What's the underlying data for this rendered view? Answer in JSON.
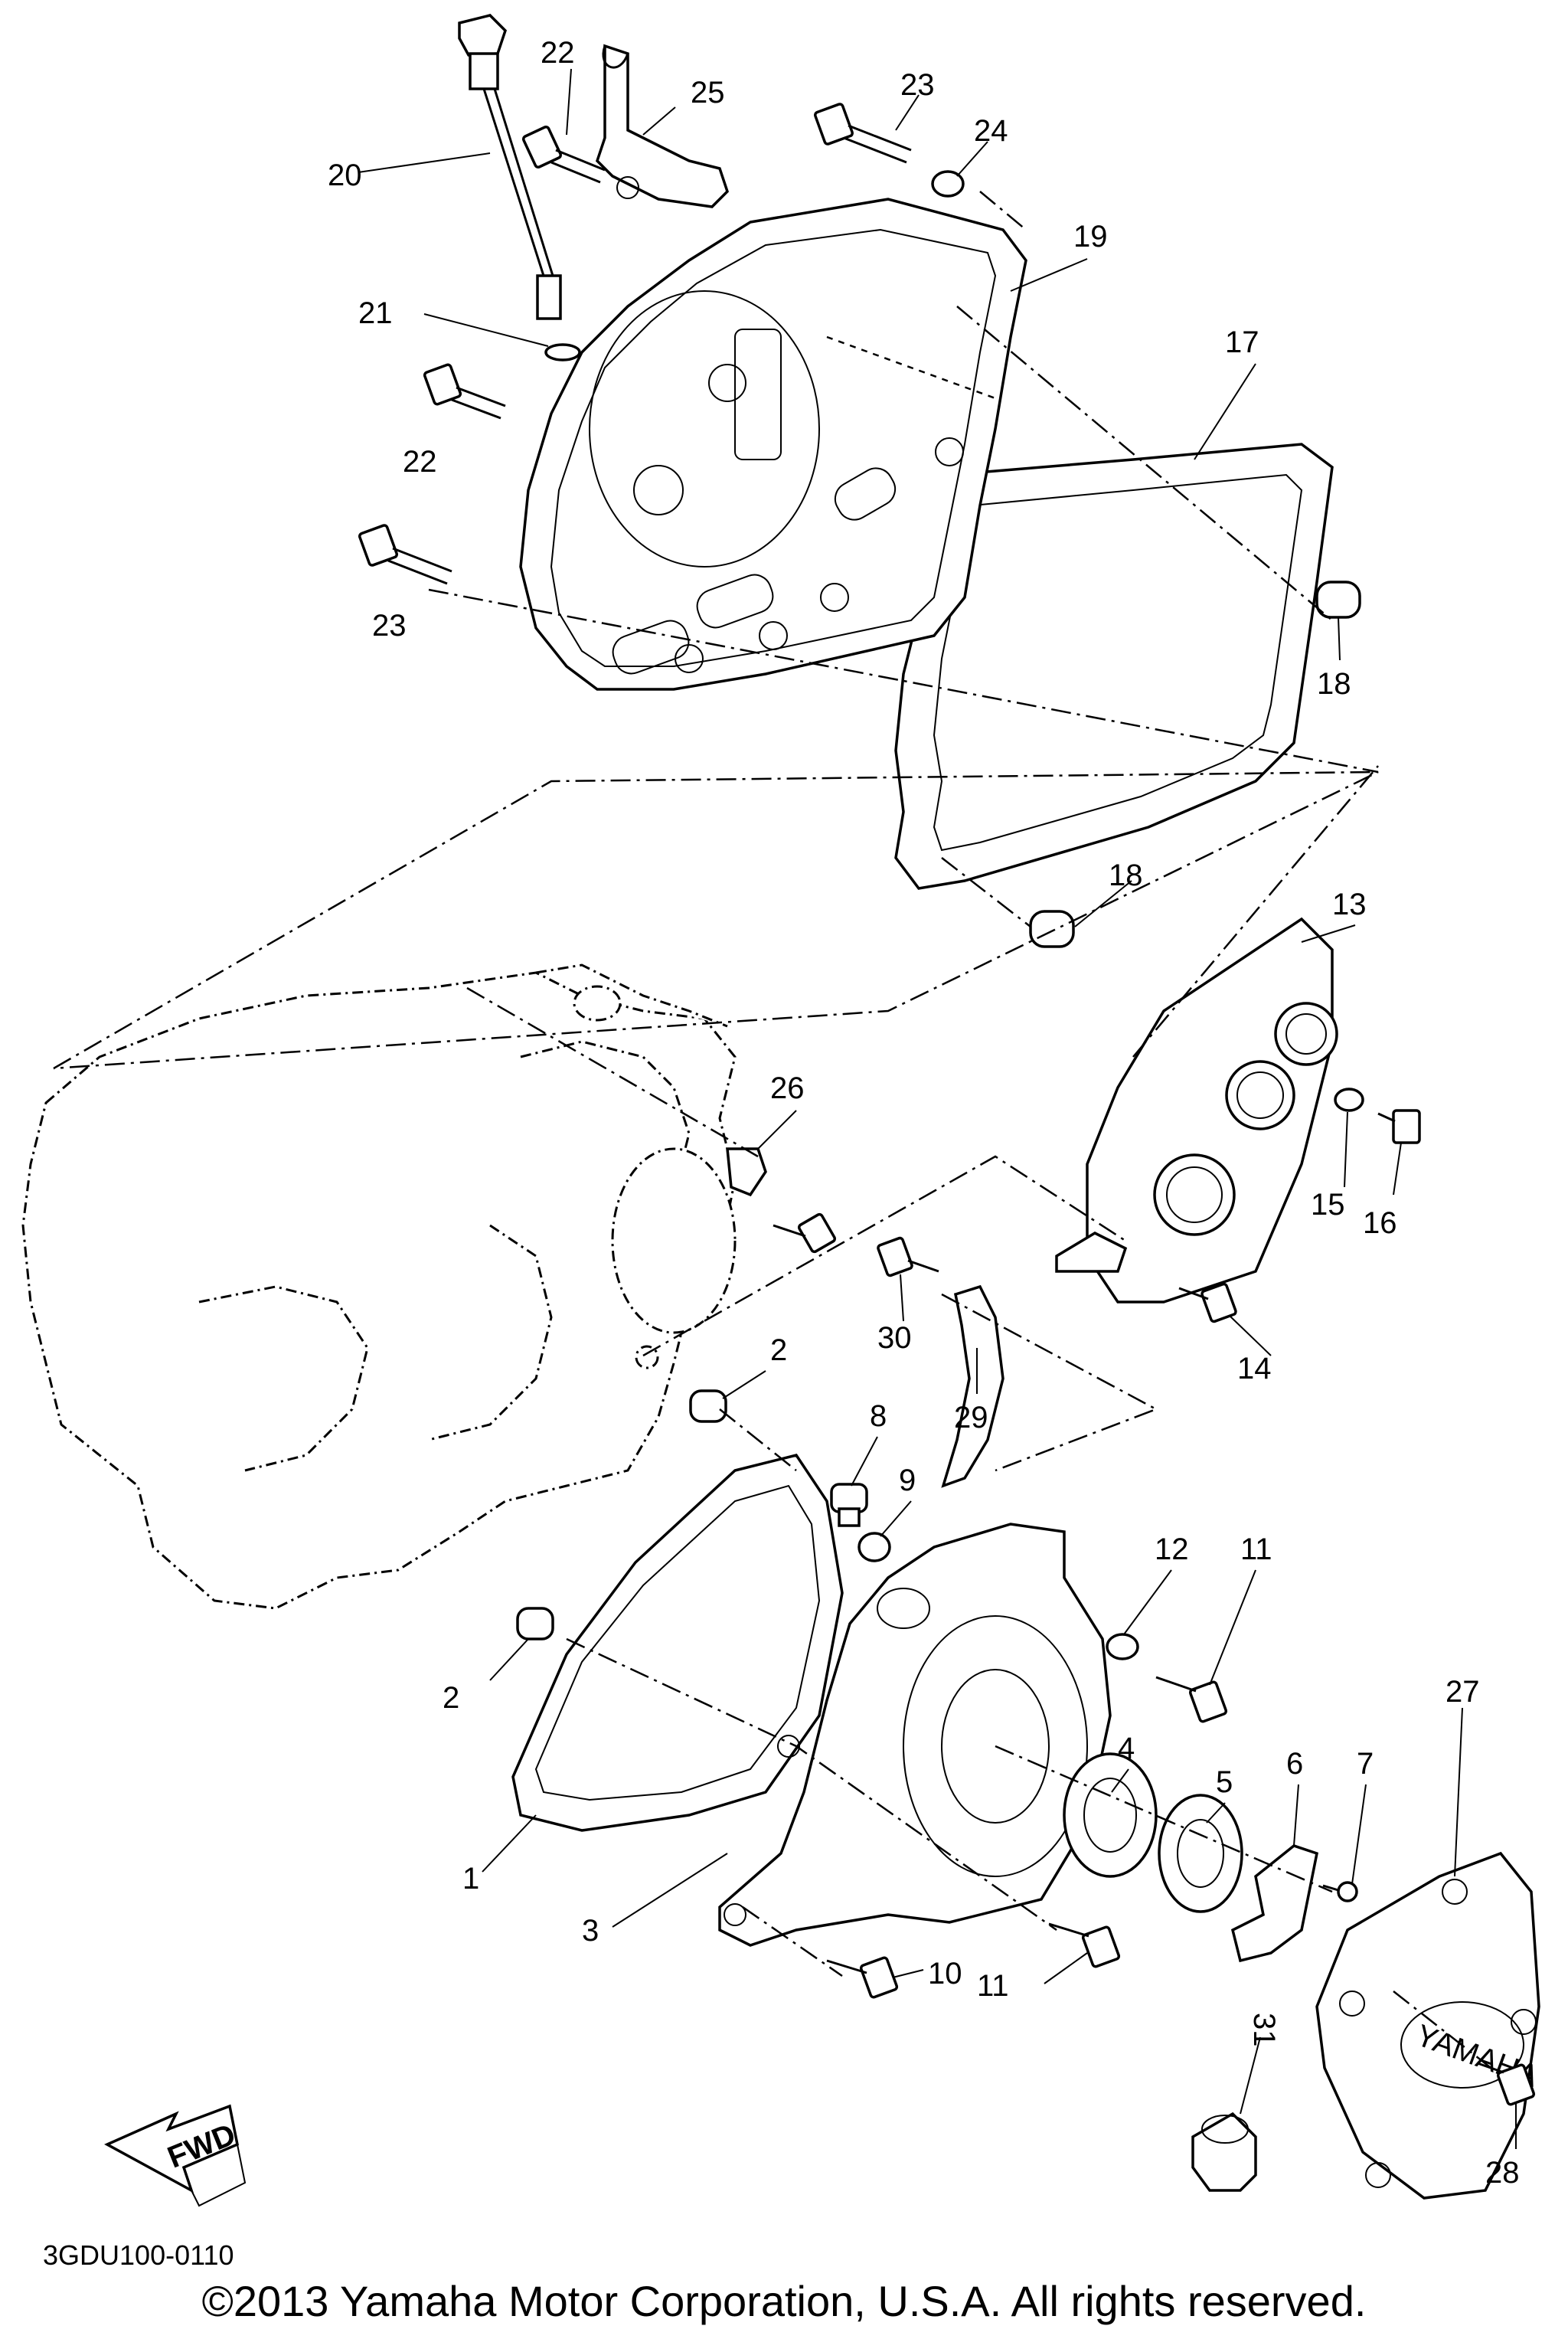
{
  "diagram": {
    "callouts": [
      "1",
      "2",
      "2",
      "3",
      "4",
      "5",
      "6",
      "7",
      "8",
      "9",
      "10",
      "11",
      "11",
      "12",
      "13",
      "14",
      "15",
      "16",
      "17",
      "18",
      "18",
      "19",
      "20",
      "21",
      "22",
      "22",
      "23",
      "23",
      "24",
      "25",
      "26",
      "27",
      "28",
      "29",
      "30",
      "31"
    ],
    "fwd_label": "FWD",
    "cover_logo": "YAMAHA"
  },
  "footer": {
    "code": "3GDU100-0110",
    "copyright": "©2013 Yamaha Motor Corporation, U.S.A. All rights reserved."
  }
}
